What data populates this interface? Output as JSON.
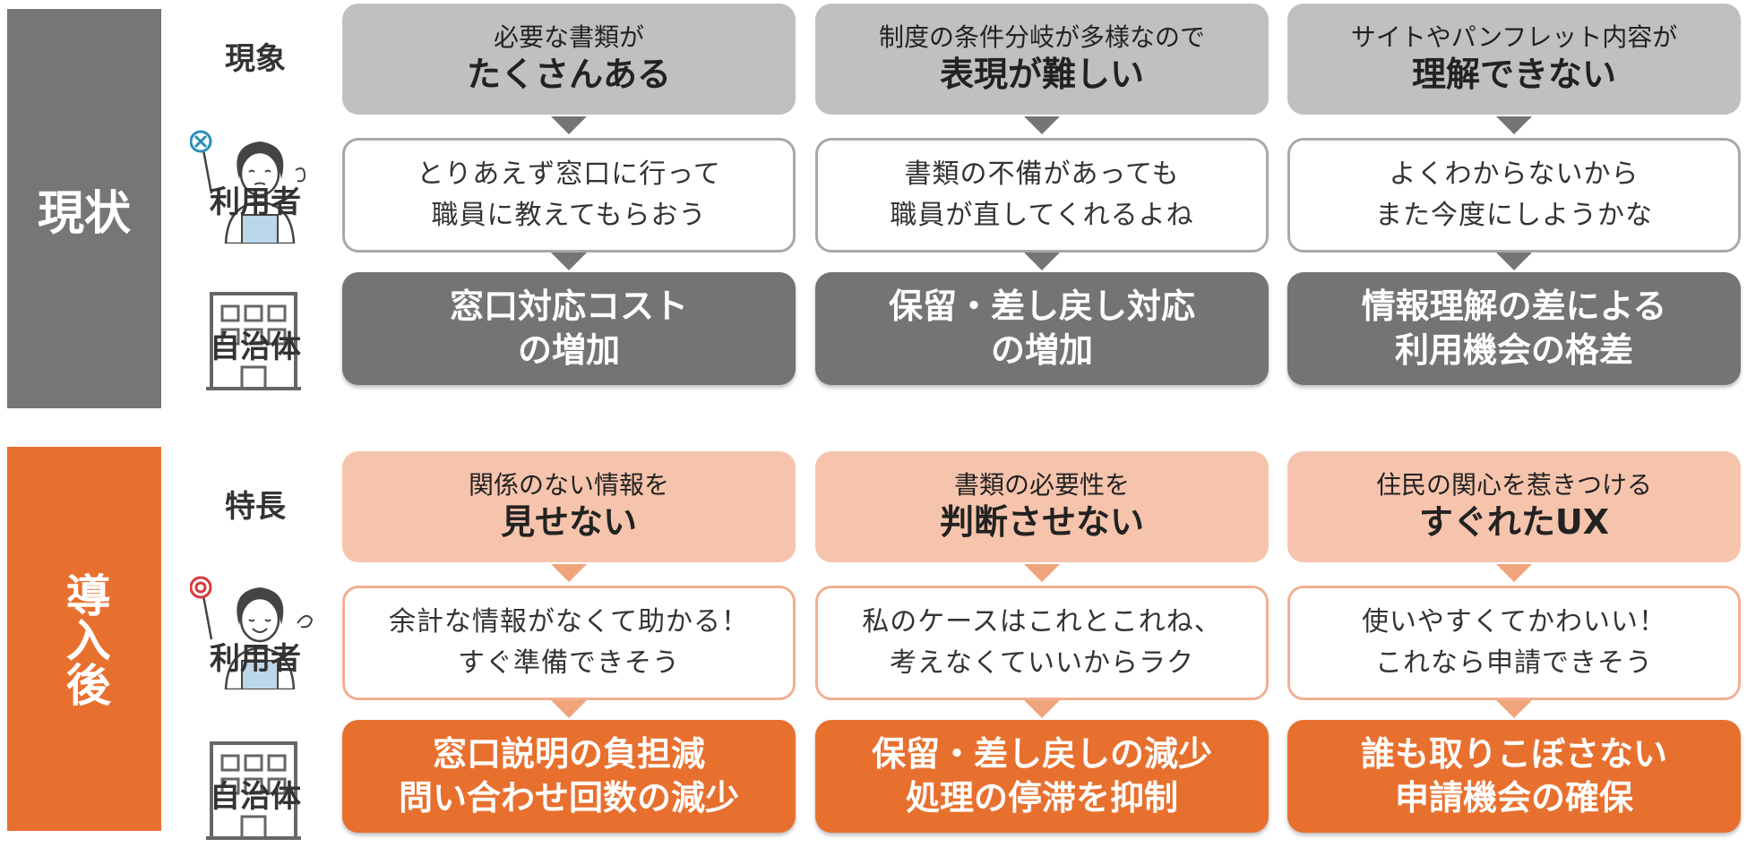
{
  "sections": [
    {
      "label": "現状",
      "rows": [
        "現象",
        "利用者",
        "自治体"
      ],
      "columns": [
        {
          "phen_l1": "必要な書類が",
          "phen_l2": "たくさんある",
          "voice_l1": "とりあえず窓口に行って",
          "voice_l2": "職員に教えてもらおう",
          "res_l1": "窓口対応コスト",
          "res_l2": "の増加"
        },
        {
          "phen_l1": "制度の条件分岐が多様なので",
          "phen_l2": "表現が難しい",
          "voice_l1": "書類の不備があっても",
          "voice_l2": "職員が直してくれるよね",
          "res_l1": "保留・差し戻し対応",
          "res_l2": "の増加"
        },
        {
          "phen_l1": "サイトやパンフレット内容が",
          "phen_l2": "理解できない",
          "voice_l1": "よくわからないから",
          "voice_l2": "また今度にしようかな",
          "res_l1": "情報理解の差による",
          "res_l2": "利用機会の格差"
        }
      ]
    },
    {
      "label": "導入後",
      "rows": [
        "特長",
        "利用者",
        "自治体"
      ],
      "columns": [
        {
          "phen_l1": "関係のない情報を",
          "phen_l2": "見せない",
          "voice_l1": "余計な情報がなくて助かる！",
          "voice_l2": "すぐ準備できそう",
          "res_l1": "窓口説明の負担減",
          "res_l2": "問い合わせ回数の減少"
        },
        {
          "phen_l1": "書類の必要性を",
          "phen_l2": "判断させない",
          "voice_l1": "私のケースはこれとこれね、",
          "voice_l2": "考えなくていいからラク",
          "res_l1": "保留・差し戻しの減少",
          "res_l2": "処理の停滞を抑制"
        },
        {
          "phen_l1": "住民の関心を惹きつける",
          "phen_l2": "すぐれたUX",
          "voice_l1": "使いやすくてかわいい！",
          "voice_l2": "これなら申請できそう",
          "res_l1": "誰も取りこぼさない",
          "res_l2": "申請機会の確保"
        }
      ]
    }
  ],
  "icons": {
    "user_before": "user-with-cross-sign-icon",
    "user_after": "user-with-circle-sign-icon",
    "municipality": "building-icon"
  },
  "colors": {
    "before_dark": "#747474",
    "before_light": "#c0c0c0",
    "after_dark": "#e8702f",
    "after_light": "#f6c4ac"
  }
}
